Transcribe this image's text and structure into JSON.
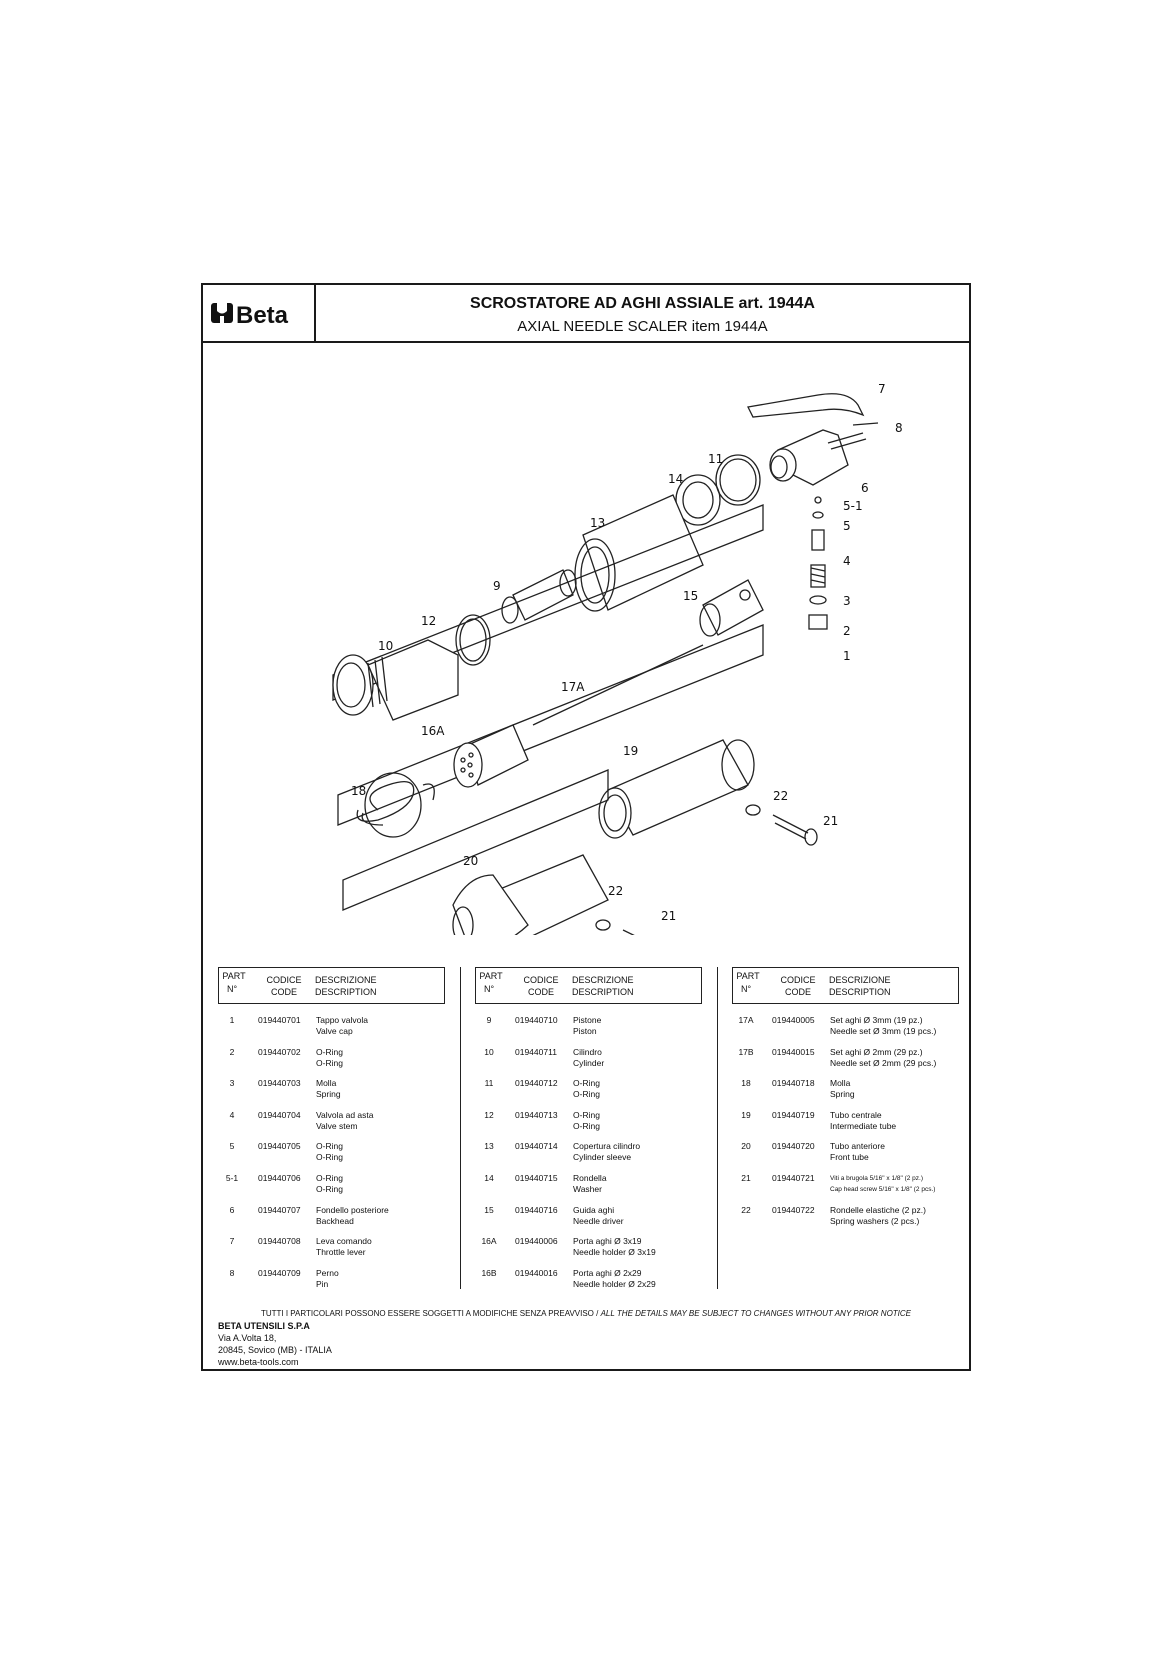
{
  "header": {
    "brand": "Beta",
    "title_it": "SCROSTATORE AD AGHI ASSIALE art. 1944A",
    "title_en": "AXIAL NEEDLE SCALER item 1944A"
  },
  "table_header": {
    "part": "PART",
    "n": "N°",
    "codice": "CODICE",
    "code": "CODE",
    "descrizione": "DESCRIZIONE",
    "description": "DESCRIPTION"
  },
  "columns": [
    [
      {
        "n": "1",
        "code": "019440701",
        "it": "Tappo valvola",
        "en": "Valve cap"
      },
      {
        "n": "2",
        "code": "019440702",
        "it": "O-Ring",
        "en": "O-Ring"
      },
      {
        "n": "3",
        "code": "019440703",
        "it": "Molla",
        "en": "Spring"
      },
      {
        "n": "4",
        "code": "019440704",
        "it": "Valvola ad asta",
        "en": "Valve stem"
      },
      {
        "n": "5",
        "code": "019440705",
        "it": "O-Ring",
        "en": "O-Ring"
      },
      {
        "n": "5-1",
        "code": "019440706",
        "it": "O-Ring",
        "en": "O-Ring"
      },
      {
        "n": "6",
        "code": "019440707",
        "it": "Fondello posteriore",
        "en": "Backhead"
      },
      {
        "n": "7",
        "code": "019440708",
        "it": "Leva comando",
        "en": "Throttle lever"
      },
      {
        "n": "8",
        "code": "019440709",
        "it": "Perno",
        "en": "Pin"
      }
    ],
    [
      {
        "n": "9",
        "code": "019440710",
        "it": "Pistone",
        "en": "Piston"
      },
      {
        "n": "10",
        "code": "019440711",
        "it": "Cilindro",
        "en": "Cylinder"
      },
      {
        "n": "11",
        "code": "019440712",
        "it": "O-Ring",
        "en": "O-Ring"
      },
      {
        "n": "12",
        "code": "019440713",
        "it": "O-Ring",
        "en": "O-Ring"
      },
      {
        "n": "13",
        "code": "019440714",
        "it": "Copertura cilindro",
        "en": "Cylinder sleeve"
      },
      {
        "n": "14",
        "code": "019440715",
        "it": "Rondella",
        "en": "Washer"
      },
      {
        "n": "15",
        "code": "019440716",
        "it": "Guida aghi",
        "en": "Needle driver"
      },
      {
        "n": "16A",
        "code": "019440006",
        "it": "Porta aghi Ø 3x19",
        "en": "Needle holder Ø 3x19"
      },
      {
        "n": "16B",
        "code": "019440016",
        "it": "Porta aghi Ø 2x29",
        "en": "Needle holder Ø 2x29"
      }
    ],
    [
      {
        "n": "17A",
        "code": "019440005",
        "it": "Set aghi Ø 3mm (19 pz.)",
        "en": "Needle set  Ø 3mm (19 pcs.)"
      },
      {
        "n": "17B",
        "code": "019440015",
        "it": "Set aghi Ø 2mm (29 pz.)",
        "en": "Needle set  Ø 2mm (29 pcs.)"
      },
      {
        "n": "18",
        "code": "019440718",
        "it": "Molla",
        "en": "Spring"
      },
      {
        "n": "19",
        "code": "019440719",
        "it": "Tubo centrale",
        "en": "Intermediate tube"
      },
      {
        "n": "20",
        "code": "019440720",
        "it": "Tubo anteriore",
        "en": "Front tube"
      },
      {
        "n": "21",
        "code": "019440721",
        "it": "Viti a brugola 5/16\" x 1/8\" (2 pz.)",
        "en": "Cap head screw 5/16\" x 1/8\" (2 pcs.)",
        "small": true
      },
      {
        "n": "22",
        "code": "019440722",
        "it": "Rondelle elastiche (2 pz.)",
        "en": "Spring washers  (2 pcs.)"
      }
    ]
  ],
  "diagram_labels": [
    "7",
    "8",
    "6",
    "11",
    "14",
    "5-1",
    "5",
    "13",
    "4",
    "9",
    "3",
    "15",
    "12",
    "2",
    "10",
    "1",
    "17A",
    "16A",
    "19",
    "18",
    "22",
    "21",
    "20",
    "22",
    "21"
  ],
  "footer": {
    "notice_it": "TUTTI  I  PARTICOLARI POSSONO ESSERE SOGGETTI A MODIFICHE SENZA PREAVVISO  /",
    "notice_en": "ALL THE DETAILS MAY BE SUBJECT TO CHANGES WITHOUT ANY PRIOR NOTICE",
    "company": "BETA UTENSILI S.P.A",
    "street": "Via A.Volta 18,",
    "city": "20845, Sovico (MB) - ITALIA",
    "web": "www.beta-tools.com"
  }
}
